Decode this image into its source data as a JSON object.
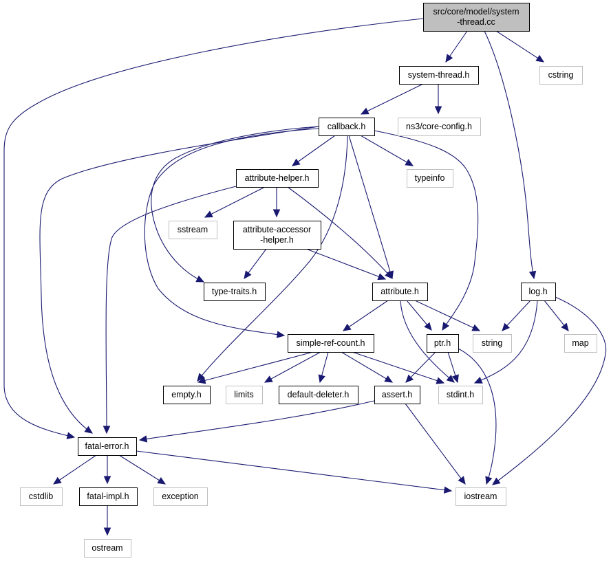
{
  "diagram": {
    "type": "include-dependency-graph",
    "colors": {
      "edge": "#191970",
      "root_fill": "#bfbfbf",
      "documented_border": "#000000",
      "external_border": "#bfbfbf"
    },
    "nodes": [
      {
        "id": "root",
        "kind": "root",
        "lines": [
          "src/core/model/system",
          "-thread.cc"
        ]
      },
      {
        "id": "system_thread_h",
        "kind": "doc",
        "lines": [
          "system-thread.h"
        ]
      },
      {
        "id": "cstring",
        "kind": "ext",
        "lines": [
          "cstring"
        ]
      },
      {
        "id": "callback_h",
        "kind": "doc",
        "lines": [
          "callback.h"
        ]
      },
      {
        "id": "core_config_h",
        "kind": "ext",
        "lines": [
          "ns3/core-config.h"
        ]
      },
      {
        "id": "attribute_helper_h",
        "kind": "doc",
        "lines": [
          "attribute-helper.h"
        ]
      },
      {
        "id": "typeinfo",
        "kind": "ext",
        "lines": [
          "typeinfo"
        ]
      },
      {
        "id": "sstream",
        "kind": "ext",
        "lines": [
          "sstream"
        ]
      },
      {
        "id": "attribute_accessor_helper_h",
        "kind": "doc",
        "lines": [
          "attribute-accessor",
          "-helper.h"
        ]
      },
      {
        "id": "type_traits_h",
        "kind": "doc",
        "lines": [
          "type-traits.h"
        ]
      },
      {
        "id": "attribute_h",
        "kind": "doc",
        "lines": [
          "attribute.h"
        ]
      },
      {
        "id": "log_h",
        "kind": "doc",
        "lines": [
          "log.h"
        ]
      },
      {
        "id": "simple_ref_count_h",
        "kind": "doc",
        "lines": [
          "simple-ref-count.h"
        ]
      },
      {
        "id": "ptr_h",
        "kind": "doc",
        "lines": [
          "ptr.h"
        ]
      },
      {
        "id": "string",
        "kind": "ext",
        "lines": [
          "string"
        ]
      },
      {
        "id": "map",
        "kind": "ext",
        "lines": [
          "map"
        ]
      },
      {
        "id": "empty_h",
        "kind": "doc",
        "lines": [
          "empty.h"
        ]
      },
      {
        "id": "limits",
        "kind": "ext",
        "lines": [
          "limits"
        ]
      },
      {
        "id": "default_deleter_h",
        "kind": "doc",
        "lines": [
          "default-deleter.h"
        ]
      },
      {
        "id": "assert_h",
        "kind": "doc",
        "lines": [
          "assert.h"
        ]
      },
      {
        "id": "stdint_h",
        "kind": "ext",
        "lines": [
          "stdint.h"
        ]
      },
      {
        "id": "fatal_error_h",
        "kind": "doc",
        "lines": [
          "fatal-error.h"
        ]
      },
      {
        "id": "cstdlib",
        "kind": "ext",
        "lines": [
          "cstdlib"
        ]
      },
      {
        "id": "fatal_impl_h",
        "kind": "doc",
        "lines": [
          "fatal-impl.h"
        ]
      },
      {
        "id": "exception",
        "kind": "ext",
        "lines": [
          "exception"
        ]
      },
      {
        "id": "iostream",
        "kind": "ext",
        "lines": [
          "iostream"
        ]
      },
      {
        "id": "ostream",
        "kind": "ext",
        "lines": [
          "ostream"
        ]
      }
    ],
    "edges": [
      {
        "from": "root",
        "to": "system_thread_h"
      },
      {
        "from": "root",
        "to": "cstring"
      },
      {
        "from": "root",
        "to": "log_h"
      },
      {
        "from": "root",
        "to": "fatal_error_h"
      },
      {
        "from": "system_thread_h",
        "to": "callback_h"
      },
      {
        "from": "system_thread_h",
        "to": "core_config_h"
      },
      {
        "from": "callback_h",
        "to": "attribute_helper_h"
      },
      {
        "from": "callback_h",
        "to": "typeinfo"
      },
      {
        "from": "callback_h",
        "to": "type_traits_h"
      },
      {
        "from": "callback_h",
        "to": "attribute_h"
      },
      {
        "from": "callback_h",
        "to": "ptr_h"
      },
      {
        "from": "callback_h",
        "to": "simple_ref_count_h"
      },
      {
        "from": "callback_h",
        "to": "empty_h"
      },
      {
        "from": "callback_h",
        "to": "fatal_error_h"
      },
      {
        "from": "attribute_helper_h",
        "to": "sstream"
      },
      {
        "from": "attribute_helper_h",
        "to": "attribute_accessor_helper_h"
      },
      {
        "from": "attribute_helper_h",
        "to": "attribute_h"
      },
      {
        "from": "attribute_helper_h",
        "to": "fatal_error_h"
      },
      {
        "from": "attribute_accessor_helper_h",
        "to": "type_traits_h"
      },
      {
        "from": "attribute_accessor_helper_h",
        "to": "attribute_h"
      },
      {
        "from": "attribute_h",
        "to": "simple_ref_count_h"
      },
      {
        "from": "attribute_h",
        "to": "ptr_h"
      },
      {
        "from": "attribute_h",
        "to": "string"
      },
      {
        "from": "attribute_h",
        "to": "stdint_h"
      },
      {
        "from": "log_h",
        "to": "string"
      },
      {
        "from": "log_h",
        "to": "map"
      },
      {
        "from": "log_h",
        "to": "stdint_h"
      },
      {
        "from": "log_h",
        "to": "iostream"
      },
      {
        "from": "simple_ref_count_h",
        "to": "empty_h"
      },
      {
        "from": "simple_ref_count_h",
        "to": "limits"
      },
      {
        "from": "simple_ref_count_h",
        "to": "default_deleter_h"
      },
      {
        "from": "simple_ref_count_h",
        "to": "assert_h"
      },
      {
        "from": "simple_ref_count_h",
        "to": "stdint_h"
      },
      {
        "from": "ptr_h",
        "to": "assert_h"
      },
      {
        "from": "ptr_h",
        "to": "stdint_h"
      },
      {
        "from": "ptr_h",
        "to": "iostream"
      },
      {
        "from": "assert_h",
        "to": "fatal_error_h"
      },
      {
        "from": "assert_h",
        "to": "iostream"
      },
      {
        "from": "fatal_error_h",
        "to": "cstdlib"
      },
      {
        "from": "fatal_error_h",
        "to": "fatal_impl_h"
      },
      {
        "from": "fatal_error_h",
        "to": "exception"
      },
      {
        "from": "fatal_error_h",
        "to": "iostream"
      },
      {
        "from": "fatal_impl_h",
        "to": "ostream"
      }
    ]
  }
}
